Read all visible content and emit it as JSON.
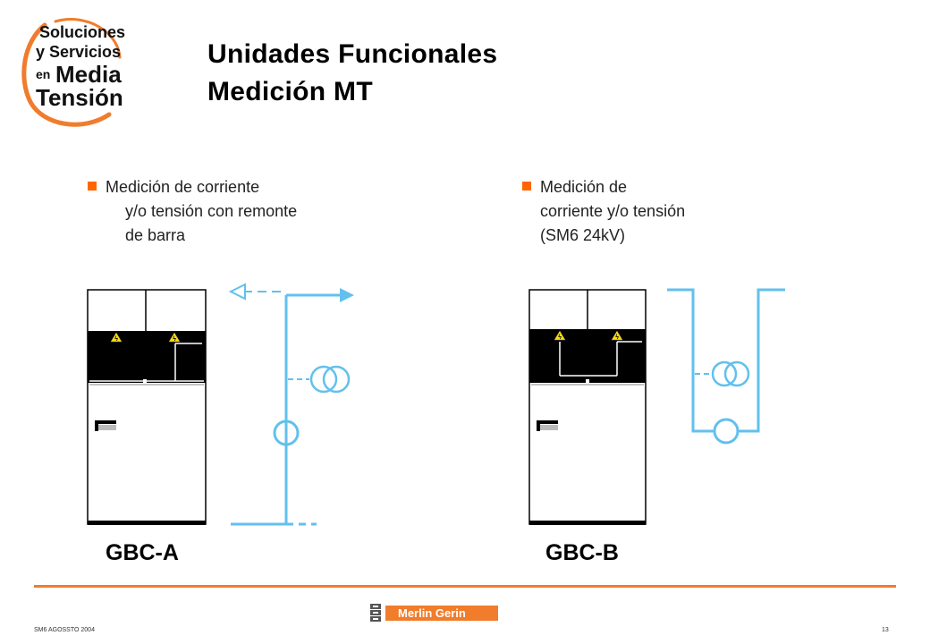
{
  "logo": {
    "lines": [
      "Soluciones",
      "y Servicios",
      "en",
      "Media",
      "Tensión"
    ],
    "accent_color": "#f07c2c"
  },
  "title": {
    "line1": "Unidades Funcionales",
    "line2": "Medición MT"
  },
  "left_panel": {
    "bullet_lines": [
      "Medición de corriente",
      "y/o tensión con remonte",
      "de barra"
    ],
    "unit_label": "GBC-A"
  },
  "right_panel": {
    "bullet_lines": [
      "Medición de",
      "corriente y/o tensión",
      "(SM6 24kV)"
    ],
    "unit_label": "GBC-B"
  },
  "footer": {
    "left_text": "SM6 AGOSSTO 2004",
    "page_number": "13",
    "brand_name": "Merlin Gerin",
    "brand_color": "#f07c2c"
  },
  "colors": {
    "line_diagram": "#62c0ee",
    "bullet": "#ff6600",
    "cabinet_band": "#000000",
    "warning": "#ffdd00"
  },
  "icons": [
    "warning-triangle-icon",
    "current-transformer-icon",
    "voltage-transformer-icon",
    "merlin-gerin-mark-icon"
  ]
}
